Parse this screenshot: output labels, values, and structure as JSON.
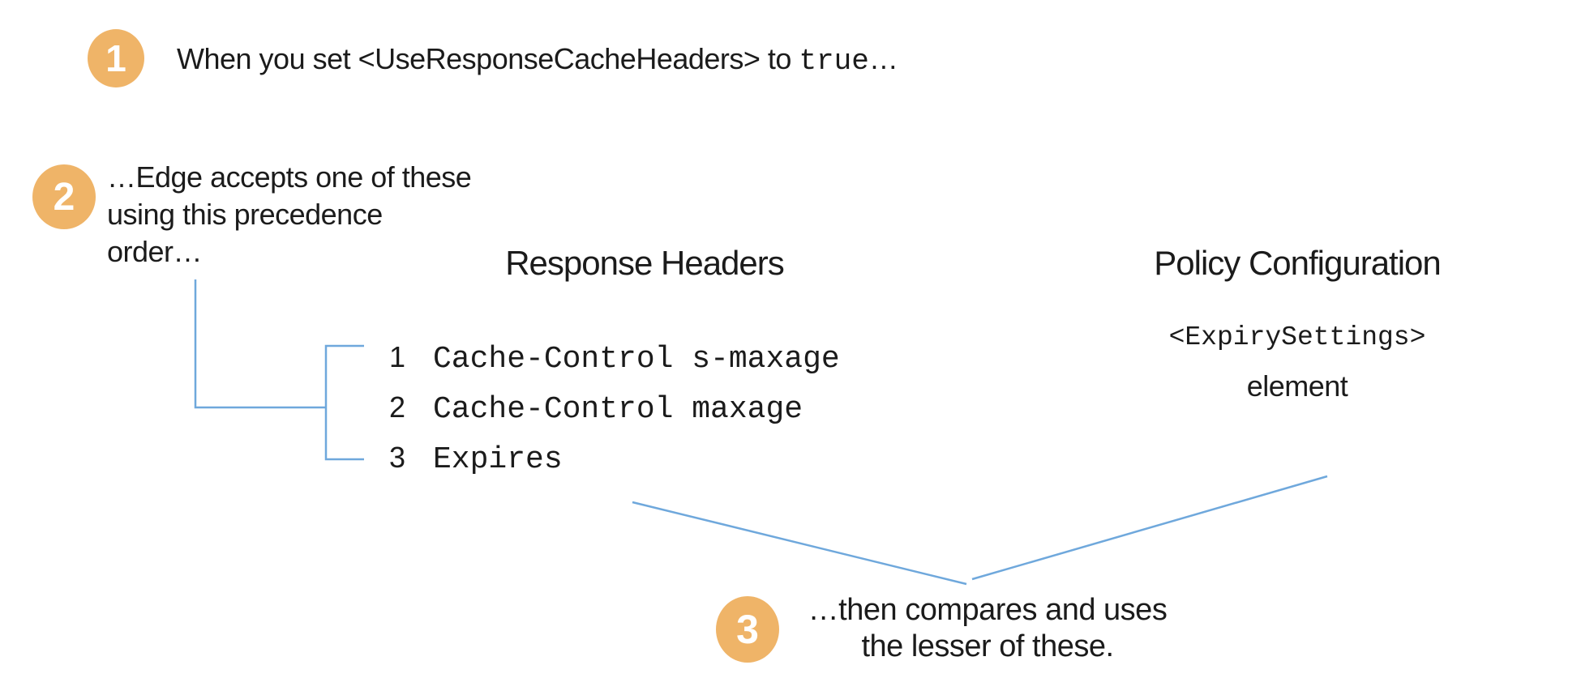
{
  "colors": {
    "badge_bg": "#efb468",
    "badge_text": "#ffffff",
    "connector": "#6fa8dc",
    "text": "#1b1b1b"
  },
  "step1": {
    "number": "1",
    "text_before_code": "When you set <UseResponseCacheHeaders> to ",
    "code": "true",
    "text_after_code": "…"
  },
  "step2": {
    "number": "2",
    "line1": "…Edge accepts one of these",
    "line2": "using this precedence",
    "line3": "order…"
  },
  "step3": {
    "number": "3",
    "line1": "…then compares and uses",
    "line2": "the lesser of these."
  },
  "response_headers": {
    "title": "Response Headers",
    "items": [
      {
        "rank": "1",
        "code": "Cache-Control s-maxage"
      },
      {
        "rank": "2",
        "code": "Cache-Control maxage"
      },
      {
        "rank": "3",
        "code": "Expires"
      }
    ]
  },
  "policy_configuration": {
    "title": "Policy Configuration",
    "code": "<ExpirySettings>",
    "code_label": "element"
  }
}
